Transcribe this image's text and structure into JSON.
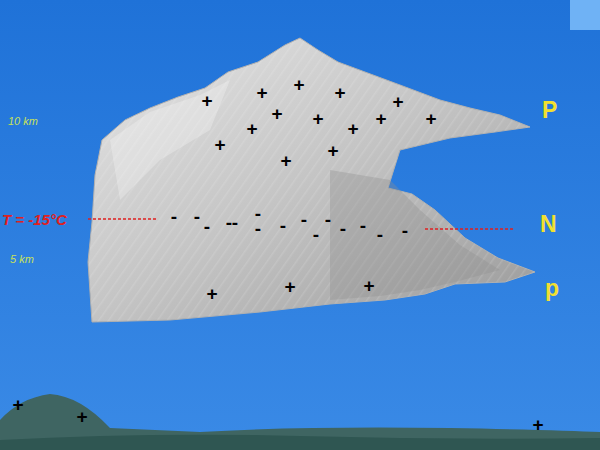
{
  "diagram": {
    "labels": [
      "10 km",
      "T = -15°C",
      "5 km",
      "P",
      "N",
      "p",
      "+",
      "+",
      "+",
      "+",
      "+",
      "+",
      "+",
      "+",
      "+",
      "+",
      "+",
      "+",
      "+",
      "+",
      "-",
      "-",
      "-",
      "-",
      "-",
      "-",
      "-",
      "-",
      "-",
      "-",
      "-",
      "-",
      "-",
      "-",
      "-",
      "+",
      "+",
      "+",
      "+",
      "+",
      "+"
    ]
  }
}
